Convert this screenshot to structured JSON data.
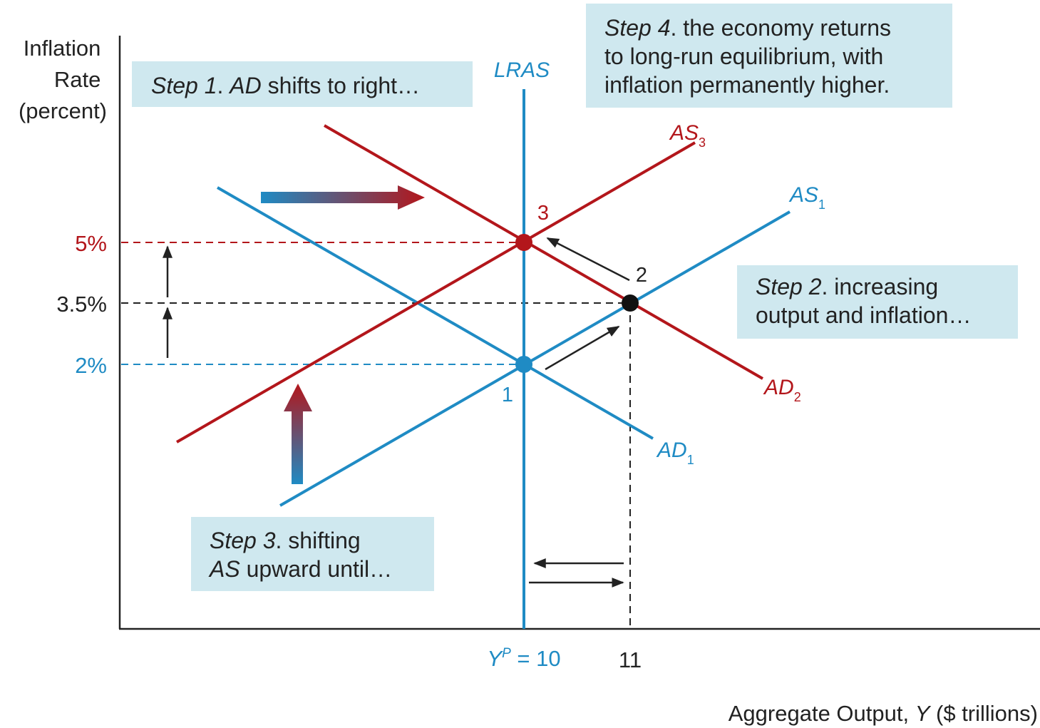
{
  "axes": {
    "y_label_lines": [
      "Inflation",
      "Rate",
      "(percent)"
    ],
    "x_label_text": "Aggregate Output, ",
    "x_label_var": "Y",
    "x_label_unit": " ($ trillions)"
  },
  "y_ticks": [
    {
      "id": "p5",
      "text": "5%",
      "color": "#b3161b"
    },
    {
      "id": "p35",
      "text": "3.5%",
      "color": "#222222"
    },
    {
      "id": "p2",
      "text": "2%",
      "color": "#1f8bc4"
    }
  ],
  "x_ticks": {
    "yp_var": "Y",
    "yp_sup": "P",
    "yp_rest": " = 10",
    "eleven": "11"
  },
  "curves": {
    "lras": "LRAS",
    "as1": "AS",
    "as1_sub": "1",
    "as3": "AS",
    "as3_sub": "3",
    "ad1": "AD",
    "ad1_sub": "1",
    "ad2": "AD",
    "ad2_sub": "2"
  },
  "points": {
    "p1": "1",
    "p2": "2",
    "p3": "3"
  },
  "steps": {
    "step1_a": "Step 1",
    "step1_b": ". ",
    "step1_c": "AD",
    "step1_d": " shifts to right…",
    "step2_a": "Step 2",
    "step2_b": ". increasing",
    "step2_line2": "output and inflation…",
    "step3_a": "Step 3",
    "step3_b": ". shifting",
    "step3_c": "AS",
    "step3_d": " upward until…",
    "step4_a": "Step 4",
    "step4_b": ". the economy returns",
    "step4_line2": "to long-run equilibrium, with",
    "step4_line3": "inflation permanently higher."
  },
  "colors": {
    "blue": "#1f8bc4",
    "red": "#b3161b",
    "box": "#cfe8ef",
    "black": "#222222"
  }
}
